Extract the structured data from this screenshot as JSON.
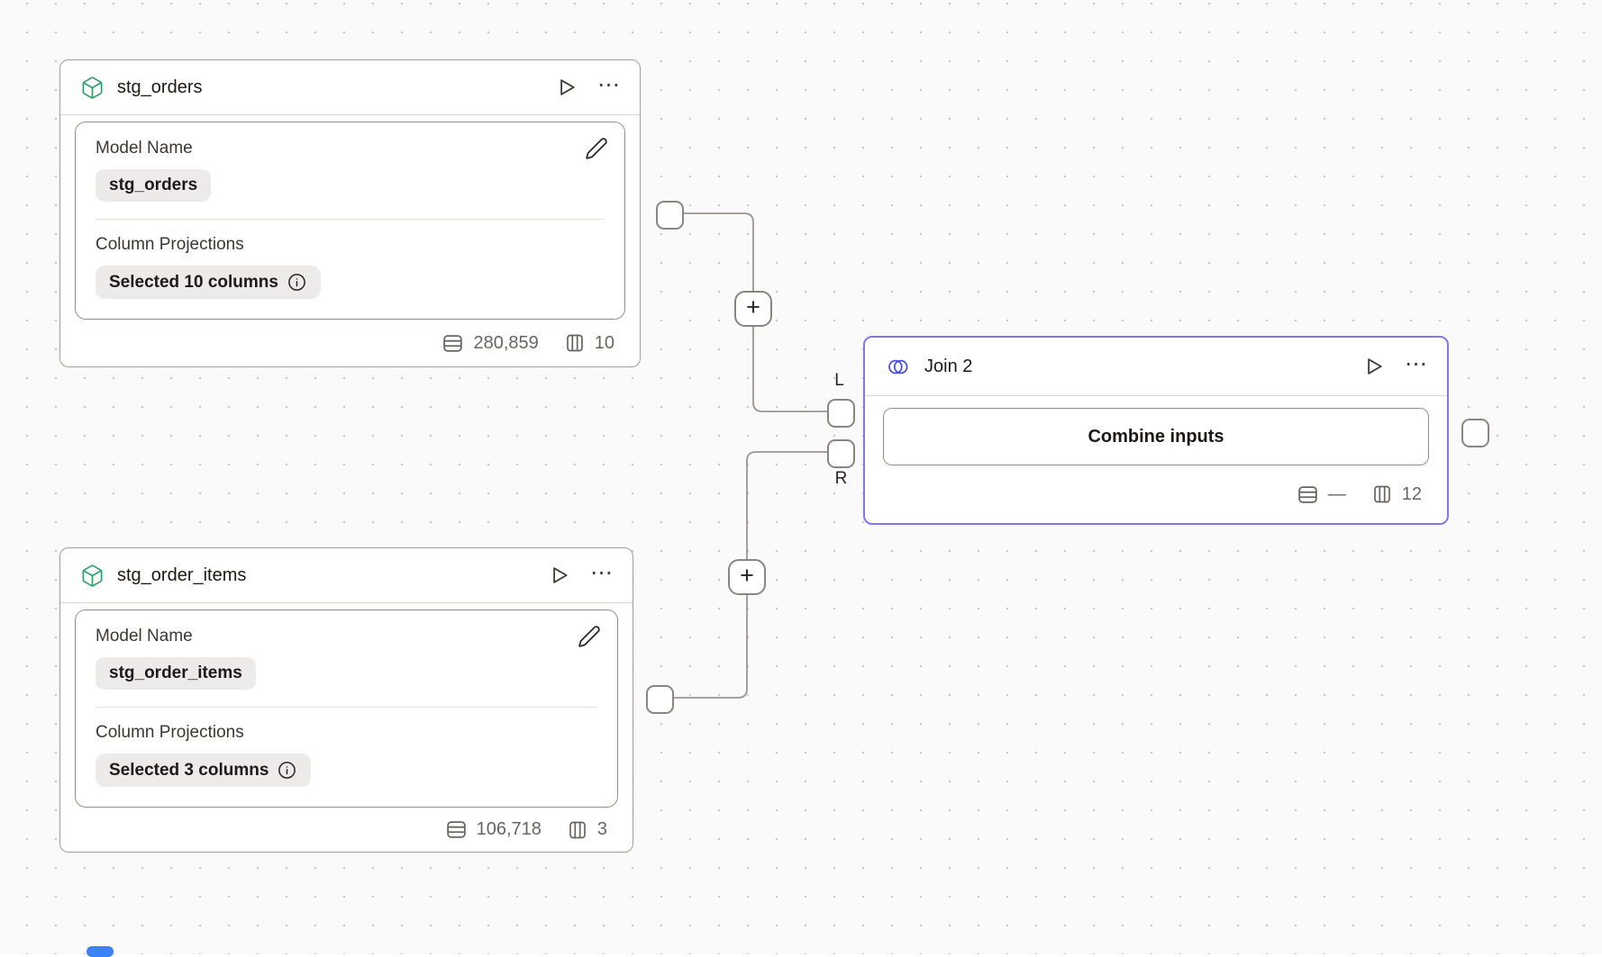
{
  "canvas": {
    "background_color": "#fafafa",
    "dot_color": "#c9c9c9",
    "edge_color": "#9a958f",
    "selection_color": "#8175f3",
    "model_icon_color": "#2f9e68",
    "join_icon_color": "#4b4ee0",
    "scroll_indicator_color": "#3b82f6"
  },
  "icons": {
    "menu_glyph": "⋯",
    "plus_glyph": "+"
  },
  "nodes": {
    "stg_orders": {
      "title": "stg_orders",
      "model_name_label": "Model Name",
      "model_name_value": "stg_orders",
      "projections_label": "Column Projections",
      "projections_value": "Selected 10 columns",
      "row_count": "280,859",
      "column_count": "10"
    },
    "stg_order_items": {
      "title": "stg_order_items",
      "model_name_label": "Model Name",
      "model_name_value": "stg_order_items",
      "projections_label": "Column Projections",
      "projections_value": "Selected 3 columns",
      "row_count": "106,718",
      "column_count": "3"
    },
    "join2": {
      "title": "Join 2",
      "combine_button_label": "Combine inputs",
      "row_count": "—",
      "column_count": "12",
      "left_port_label": "L",
      "right_port_label": "R"
    }
  }
}
